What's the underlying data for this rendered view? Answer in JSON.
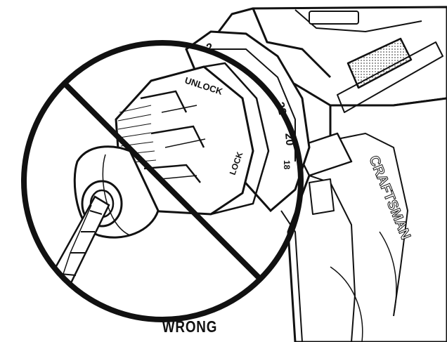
{
  "caption": "WRONG",
  "labels": {
    "unlock": "UNLOCK",
    "lock": "LOCK",
    "brand": "CRAFTSMAN",
    "dial_22": "22",
    "dial_20": "20",
    "dial_18": "18",
    "dial_2": "2"
  },
  "colors": {
    "line": "#111111",
    "background": "#ffffff",
    "screen": "#b9b9b9"
  },
  "icons": {
    "prohibition": "prohibition-sign-icon",
    "illustration": "drill-chuck-illustration"
  }
}
